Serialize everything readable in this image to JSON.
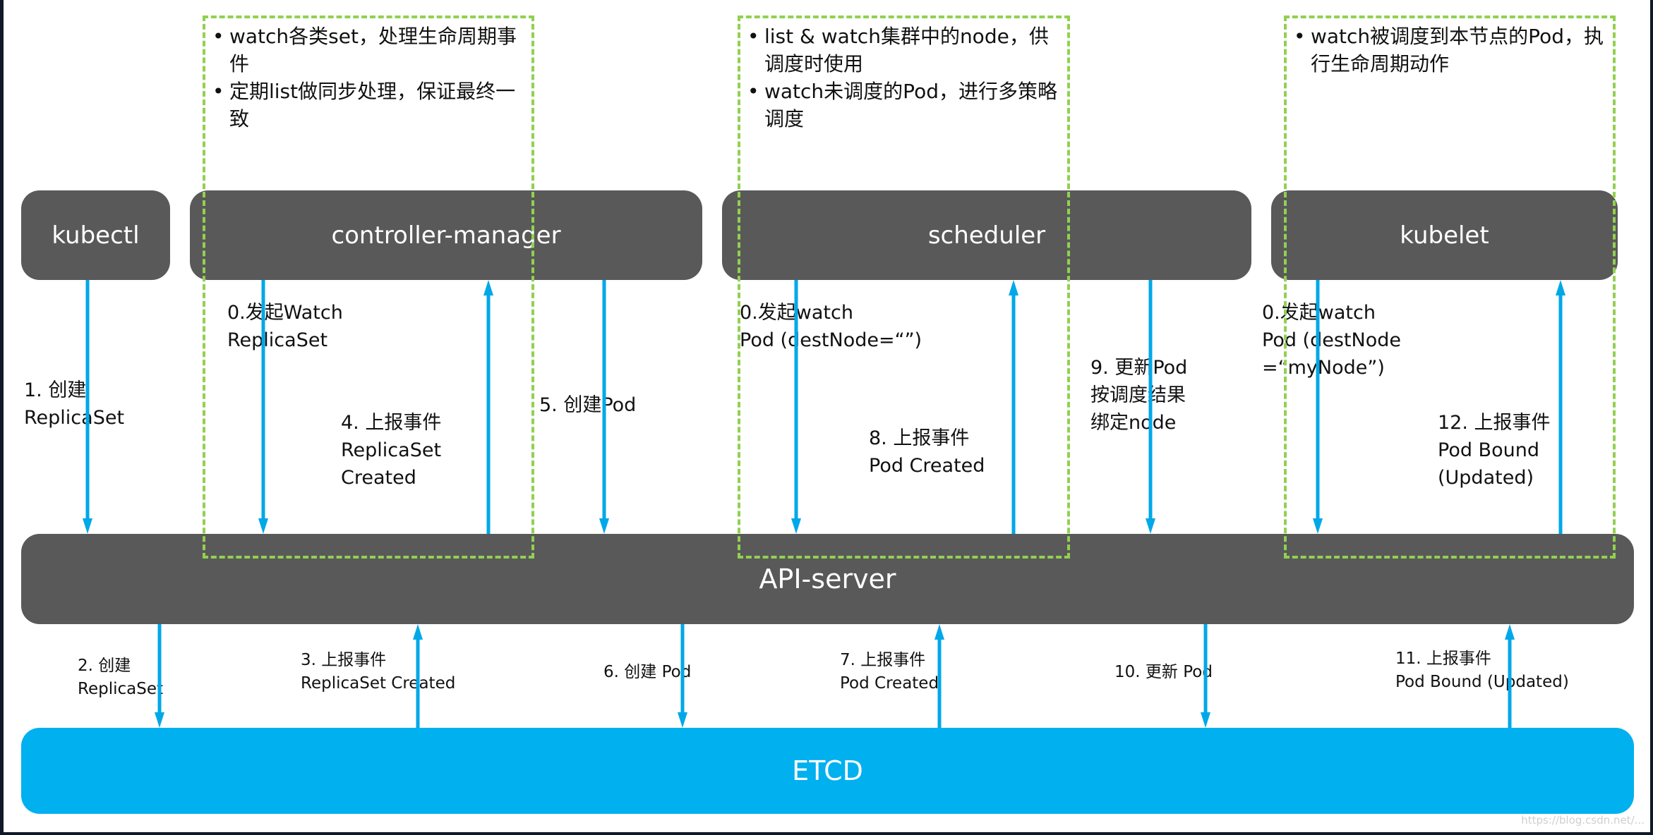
{
  "components": {
    "kubectl": "kubectl",
    "controller_manager": "controller-manager",
    "scheduler": "scheduler",
    "kubelet": "kubelet",
    "api_server": "API-server",
    "etcd": "ETCD"
  },
  "notes": {
    "controller_manager": [
      "watch各类set，处理生命周期事件",
      "定期list做同步处理，保证最终一致"
    ],
    "scheduler": [
      "list & watch集群中的node，供调度时使用",
      "watch未调度的Pod，进行多策略调度"
    ],
    "kubelet": [
      "watch被调度到本节点的Pod，执行生命周期动作"
    ]
  },
  "upper_labels": {
    "step1": [
      "1. 创建",
      "ReplicaSet"
    ],
    "step0_cm": [
      "0.发起Watch",
      "ReplicaSet"
    ],
    "step4": [
      "4. 上报事件",
      "ReplicaSet",
      "Created"
    ],
    "step5": [
      "5. 创建Pod"
    ],
    "step0_sched": [
      "0.发起watch",
      "Pod (destNode=“”)"
    ],
    "step8": [
      "8. 上报事件",
      "Pod Created"
    ],
    "step9": [
      "9. 更新Pod",
      "按调度结果",
      "绑定node"
    ],
    "step0_kubelet": [
      "0.发起watch",
      "Pod (destNode",
      "=“myNode”)"
    ],
    "step12": [
      "12. 上报事件",
      "Pod Bound",
      "(Updated)"
    ]
  },
  "lower_labels": {
    "step2": [
      "2. 创建",
      "ReplicaSet"
    ],
    "step3": [
      "3. 上报事件",
      "ReplicaSet Created"
    ],
    "step6": [
      "6. 创建 Pod"
    ],
    "step7": [
      "7. 上报事件",
      "Pod Created"
    ],
    "step10": [
      "10. 更新 Pod"
    ],
    "step11": [
      "11. 上报事件",
      "Pod Bound (Updated)"
    ]
  },
  "arrows": [
    {
      "id": "step1-create-replicaset",
      "from": "kubectl",
      "to": "API-server",
      "direction": "down"
    },
    {
      "id": "step0-cm-watch",
      "from": "controller-manager",
      "to": "API-server",
      "direction": "down"
    },
    {
      "id": "step4-report-rs-created",
      "from": "API-server",
      "to": "controller-manager",
      "direction": "up"
    },
    {
      "id": "step5-create-pod",
      "from": "controller-manager",
      "to": "API-server",
      "direction": "down"
    },
    {
      "id": "step0-sched-watch",
      "from": "scheduler",
      "to": "API-server",
      "direction": "down"
    },
    {
      "id": "step8-report-pod-created",
      "from": "API-server",
      "to": "scheduler",
      "direction": "up"
    },
    {
      "id": "step9-update-pod",
      "from": "scheduler",
      "to": "API-server",
      "direction": "down"
    },
    {
      "id": "step0-kubelet-watch",
      "from": "kubelet",
      "to": "API-server",
      "direction": "down"
    },
    {
      "id": "step12-report-pod-bound",
      "from": "API-server",
      "to": "kubelet",
      "direction": "up"
    },
    {
      "id": "step2-create-replicaset",
      "from": "API-server",
      "to": "ETCD",
      "direction": "down"
    },
    {
      "id": "step3-report-rs-created",
      "from": "ETCD",
      "to": "API-server",
      "direction": "up"
    },
    {
      "id": "step6-create-pod",
      "from": "API-server",
      "to": "ETCD",
      "direction": "down"
    },
    {
      "id": "step7-report-pod-created",
      "from": "ETCD",
      "to": "API-server",
      "direction": "up"
    },
    {
      "id": "step10-update-pod",
      "from": "API-server",
      "to": "ETCD",
      "direction": "down"
    },
    {
      "id": "step11-report-pod-bound",
      "from": "ETCD",
      "to": "API-server",
      "direction": "up"
    }
  ],
  "colors": {
    "component_box": "#595959",
    "etcd_box": "#00b0ef",
    "arrow": "#00a8e8",
    "watch_outline": "#92d050"
  },
  "watermark": "https://blog.csdn.net/..."
}
